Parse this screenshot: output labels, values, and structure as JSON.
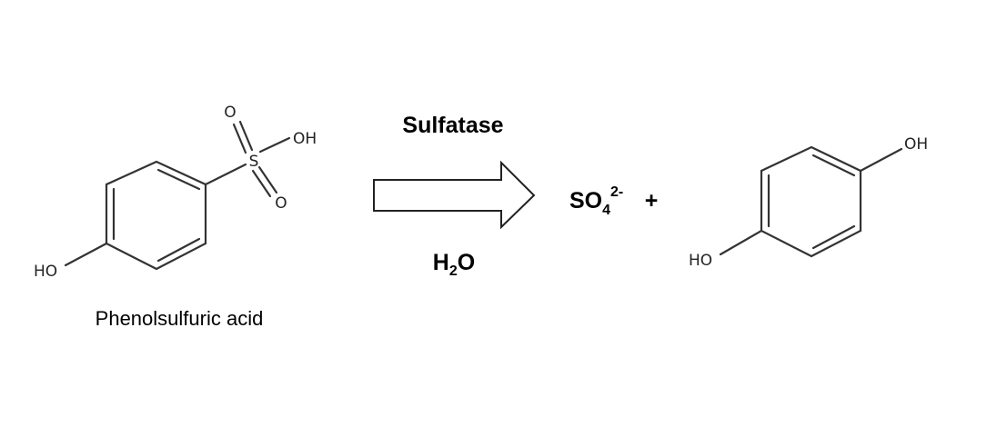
{
  "reactant": {
    "name": "Phenolsulfuric acid",
    "atoms": {
      "o_top": "O",
      "s": "S",
      "oh_right": "OH",
      "o_bottom": "O",
      "ho_left": "HO"
    }
  },
  "reaction": {
    "catalyst": "Sulfatase",
    "water_main": "H",
    "water_sub": "2",
    "water_tail": "O"
  },
  "sulfate": {
    "main": "SO",
    "sub": "4",
    "sup": "2-",
    "plus": "+"
  },
  "product": {
    "atoms": {
      "oh_top": "OH",
      "ho_bottom": "HO"
    }
  }
}
